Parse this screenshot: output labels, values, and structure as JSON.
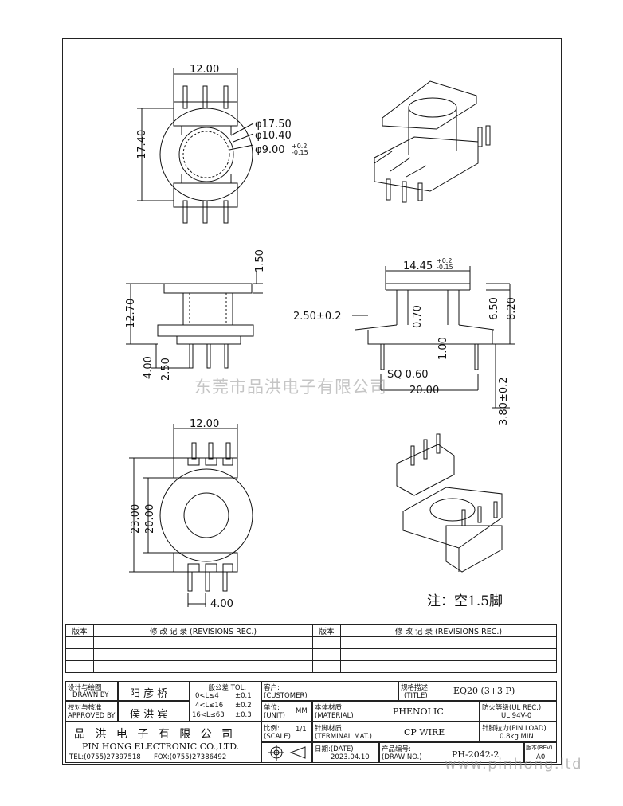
{
  "dimensions": {
    "top_width": "12.00",
    "top_height": "17.40",
    "d_outer": "φ17.50",
    "d_mid": "φ10.40",
    "d_inner": "φ9.00",
    "d_inner_tol_plus": "+0.2",
    "d_inner_tol_minus": "-0.15",
    "side_pin_gap": "1.50",
    "side_height": "12.70",
    "side_pin_len": "4.00",
    "side_pin_len2": "2.50",
    "front_inner": "14.45",
    "front_inner_tol_plus": "+0.2",
    "front_inner_tol_minus": "-0.15",
    "front_flange": "2.50±0.2",
    "front_wall": "0.70",
    "front_base": "1.00",
    "front_h1": "6.50",
    "front_h2": "8.20",
    "front_pin": "SQ 0.60",
    "front_width": "20.00",
    "front_pin_len": "3.80±0.2",
    "bottom_width": "12.00",
    "bottom_h1": "23.00",
    "bottom_h2": "20.00",
    "bottom_pitch": "4.00"
  },
  "watermark": "东莞市品洪电子有限公司",
  "note": "注：空1.5脚",
  "website": "www.pinhong.ltd",
  "revisions": {
    "col_rev": "版本",
    "col_rec": "修 改 记 录 (REVISIONS REC.)",
    "empty_rows": 3
  },
  "title_block": {
    "drawn_by_cn": "设计与绘图",
    "drawn_by_en": "DRAWN BY",
    "drawn_by_name": "阳 彦 桥",
    "approved_cn": "校对与核准",
    "approved_en": "APPROVED BY",
    "approved_name": "侯 洪 宾",
    "tol_title": "一般公差 TOL.",
    "tol_rows": [
      {
        "range": "0<L≤4",
        "val": "±0.1"
      },
      {
        "range": "4<L≤16",
        "val": "±0.2"
      },
      {
        "range": "16<L≤63",
        "val": "±0.3"
      }
    ],
    "customer_cn": "客户:",
    "customer_en": "(CUSTOMER)",
    "title_cn": "规格描述:",
    "title_en": "(TITLE)",
    "title_val": "EQ20 (3+3 P)",
    "unit_cn": "单位:",
    "unit_en": "(UNIT)",
    "unit_val": "MM",
    "material_cn": "本体材质:",
    "material_en": "(MATERIAL)",
    "material_val": "PHENOLIC",
    "ul_cn": "防火等级(UL REC.)",
    "ul_val": "UL 94V-0",
    "scale_cn": "比例:",
    "scale_en": "(SCALE)",
    "scale_val": "1/1",
    "terminal_cn": "针脚材质:",
    "terminal_en": "(TERMINAL MAT.)",
    "terminal_val": "CP WIRE",
    "pinload_cn": "针脚拉力(PIN LOAD)",
    "pinload_val": "0.8kg MIN",
    "company_cn": "品 洪 电 子 有 限 公 司",
    "company_en": "PIN HONG ELECTRONIC CO.,LTD.",
    "tel": "TEL:(0755)27397518",
    "fax": "FOX:(0755)27386492",
    "date_cn": "日期:(DATE)",
    "date_val": "2023.04.10",
    "drawno_cn": "产品编号:",
    "drawno_en": "(DRAW NO.)",
    "drawno_val": "PH-2042-2",
    "rev_cn": "版本(REV)",
    "rev_val": "A0"
  }
}
